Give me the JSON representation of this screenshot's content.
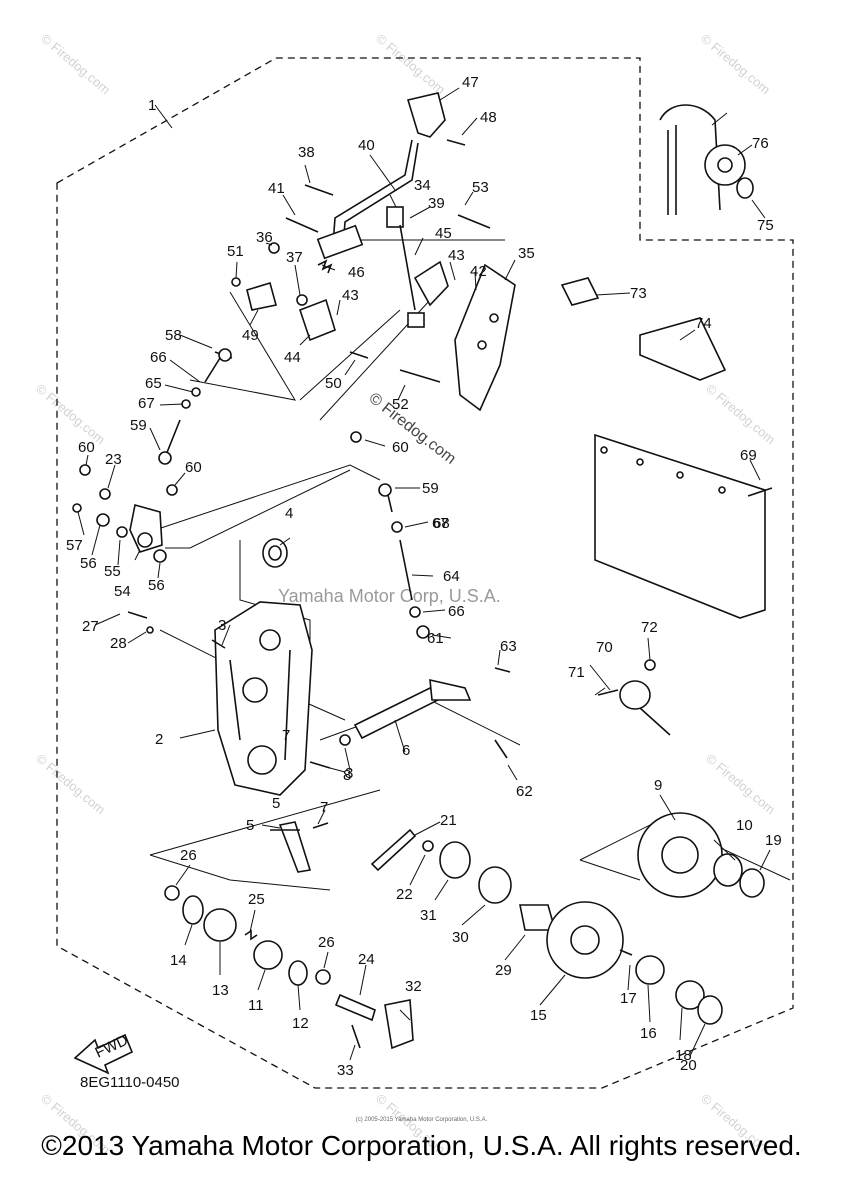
{
  "diagram_code": "8EG1110-0450",
  "forward_label": "FWD",
  "watermark_center": "Yamaha Motor Corp, U.S.A.",
  "watermark_corner": "© Firedog.com",
  "stamp_center": "© Firedog.com",
  "small_copyright": "(c) 2005-2015 Yamaha Motor Corporation, U.S.A.",
  "copyright": "©2013 Yamaha Motor Corporation, U.S.A. All rights reserved.",
  "callouts": [
    {
      "id": "c1",
      "label": "1"
    },
    {
      "id": "c2",
      "label": "2"
    },
    {
      "id": "c3a",
      "label": "3"
    },
    {
      "id": "c3b",
      "label": "3"
    },
    {
      "id": "c4",
      "label": "4"
    },
    {
      "id": "c5a",
      "label": "5"
    },
    {
      "id": "c5b",
      "label": "5"
    },
    {
      "id": "c6",
      "label": "6"
    },
    {
      "id": "c7a",
      "label": "7"
    },
    {
      "id": "c7b",
      "label": "7"
    },
    {
      "id": "c8",
      "label": "8"
    },
    {
      "id": "c9",
      "label": "9"
    },
    {
      "id": "c10",
      "label": "10"
    },
    {
      "id": "c11",
      "label": "11"
    },
    {
      "id": "c12",
      "label": "12"
    },
    {
      "id": "c13",
      "label": "13"
    },
    {
      "id": "c14",
      "label": "14"
    },
    {
      "id": "c15",
      "label": "15"
    },
    {
      "id": "c16",
      "label": "16"
    },
    {
      "id": "c17",
      "label": "17"
    },
    {
      "id": "c18",
      "label": "18"
    },
    {
      "id": "c19",
      "label": "19"
    },
    {
      "id": "c20",
      "label": "20"
    },
    {
      "id": "c21",
      "label": "21"
    },
    {
      "id": "c22",
      "label": "22"
    },
    {
      "id": "c23",
      "label": "23"
    },
    {
      "id": "c24",
      "label": "24"
    },
    {
      "id": "c25",
      "label": "25"
    },
    {
      "id": "c26a",
      "label": "26"
    },
    {
      "id": "c26b",
      "label": "26"
    },
    {
      "id": "c27",
      "label": "27"
    },
    {
      "id": "c28",
      "label": "28"
    },
    {
      "id": "c29",
      "label": "29"
    },
    {
      "id": "c30",
      "label": "30"
    },
    {
      "id": "c31",
      "label": "31"
    },
    {
      "id": "c32",
      "label": "32"
    },
    {
      "id": "c33",
      "label": "33"
    },
    {
      "id": "c34",
      "label": "34"
    },
    {
      "id": "c35",
      "label": "35"
    },
    {
      "id": "c36",
      "label": "36"
    },
    {
      "id": "c37",
      "label": "37"
    },
    {
      "id": "c38",
      "label": "38"
    },
    {
      "id": "c39",
      "label": "39"
    },
    {
      "id": "c40",
      "label": "40"
    },
    {
      "id": "c41",
      "label": "41"
    },
    {
      "id": "c42",
      "label": "42"
    },
    {
      "id": "c43a",
      "label": "43"
    },
    {
      "id": "c43b",
      "label": "43"
    },
    {
      "id": "c44",
      "label": "44"
    },
    {
      "id": "c45",
      "label": "45"
    },
    {
      "id": "c46",
      "label": "46"
    },
    {
      "id": "c47",
      "label": "47"
    },
    {
      "id": "c48",
      "label": "48"
    },
    {
      "id": "c49",
      "label": "49"
    },
    {
      "id": "c50",
      "label": "50"
    },
    {
      "id": "c51",
      "label": "51"
    },
    {
      "id": "c52",
      "label": "52"
    },
    {
      "id": "c53",
      "label": "53"
    },
    {
      "id": "c54",
      "label": "54"
    },
    {
      "id": "c55",
      "label": "55"
    },
    {
      "id": "c56a",
      "label": "56"
    },
    {
      "id": "c56b",
      "label": "56"
    },
    {
      "id": "c57",
      "label": "57"
    },
    {
      "id": "c58",
      "label": "58"
    },
    {
      "id": "c59a",
      "label": "59"
    },
    {
      "id": "c59b",
      "label": "59"
    },
    {
      "id": "c60a",
      "label": "60"
    },
    {
      "id": "c60b",
      "label": "60"
    },
    {
      "id": "c60c",
      "label": "60"
    },
    {
      "id": "c61",
      "label": "61"
    },
    {
      "id": "c62",
      "label": "62"
    },
    {
      "id": "c63",
      "label": "63"
    },
    {
      "id": "c64",
      "label": "64"
    },
    {
      "id": "c65",
      "label": "65"
    },
    {
      "id": "c66a",
      "label": "66"
    },
    {
      "id": "c66b",
      "label": "66"
    },
    {
      "id": "c67a",
      "label": "67"
    },
    {
      "id": "c67b",
      "label": "67"
    },
    {
      "id": "c68",
      "label": "68"
    },
    {
      "id": "c69",
      "label": "69"
    },
    {
      "id": "c70",
      "label": "70"
    },
    {
      "id": "c71",
      "label": "71"
    },
    {
      "id": "c72",
      "label": "72"
    },
    {
      "id": "c73",
      "label": "73"
    },
    {
      "id": "c74",
      "label": "74"
    },
    {
      "id": "c75",
      "label": "75"
    },
    {
      "id": "c76",
      "label": "76"
    }
  ]
}
